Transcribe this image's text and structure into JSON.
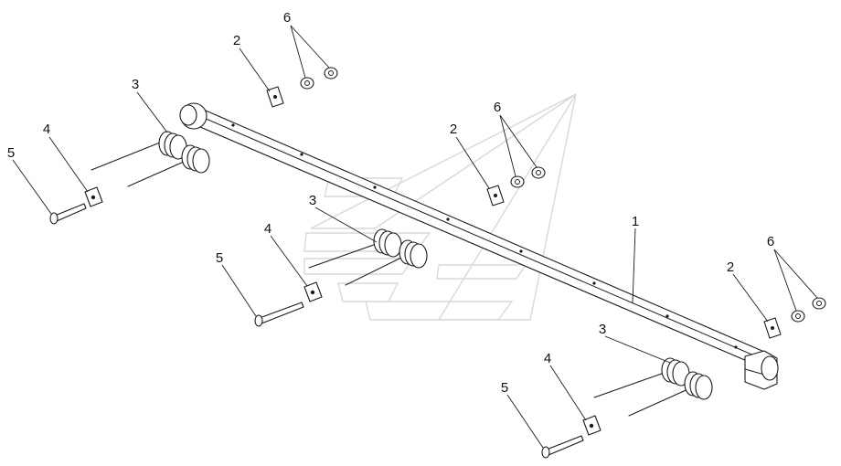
{
  "callouts": {
    "c1": "1",
    "c2a": "2",
    "c2b": "2",
    "c2c": "2",
    "c3a": "3",
    "c3b": "3",
    "c3c": "3",
    "c4a": "4",
    "c4b": "4",
    "c4c": "4",
    "c5a": "5",
    "c5b": "5",
    "c5c": "5",
    "c6a": "6",
    "c6b": "6",
    "c6c": "6"
  },
  "colors": {
    "line": "#1a1a1a",
    "watermark": "#d9d9d9",
    "background": "#ffffff"
  }
}
